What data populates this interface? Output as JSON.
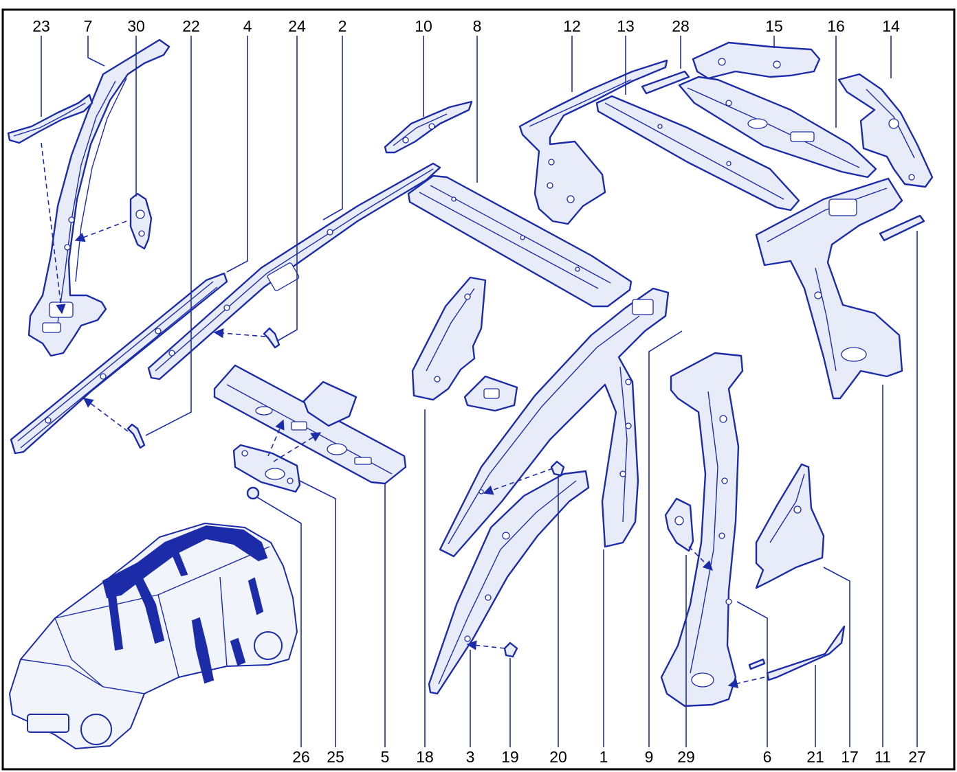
{
  "colors": {
    "line": "#1c2ca8",
    "part_fill": "#e8ecf8",
    "frame": "#000000"
  },
  "callouts_top": [
    "23",
    "7",
    "30",
    "22",
    "4",
    "24",
    "2",
    "10",
    "8",
    "12",
    "13",
    "28",
    "15",
    "16",
    "14"
  ],
  "callouts_bottom": [
    "26",
    "25",
    "5",
    "18",
    "3",
    "19",
    "20",
    "1",
    "9",
    "29",
    "6",
    "21",
    "17",
    "11",
    "27"
  ]
}
